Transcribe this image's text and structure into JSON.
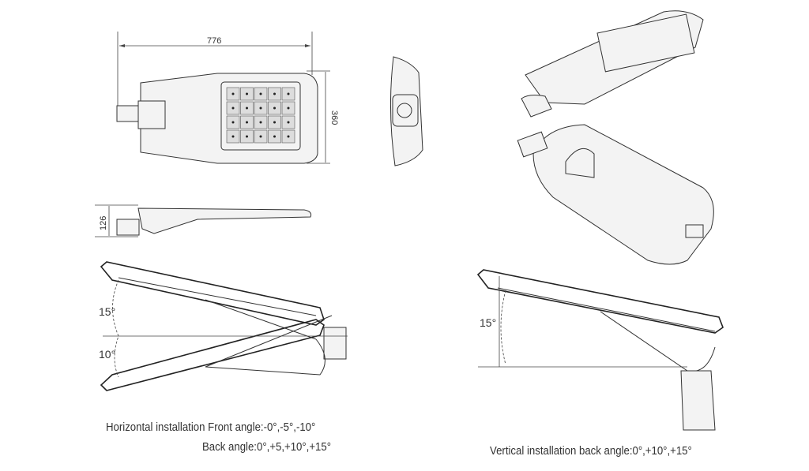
{
  "dimensions": {
    "length": "776",
    "width": "360",
    "height": "126"
  },
  "angles": {
    "horizontal_up": "15°",
    "horizontal_down": "10°",
    "vertical_back": "15°"
  },
  "captions": {
    "horizontal_front": "Horizontal installation Front angle:-0°,-5°,-10°",
    "horizontal_back": "Back angle:0°,+5,+10°,+15°",
    "vertical_back": "Vertical installation back angle:0°,+10°,+15°"
  }
}
